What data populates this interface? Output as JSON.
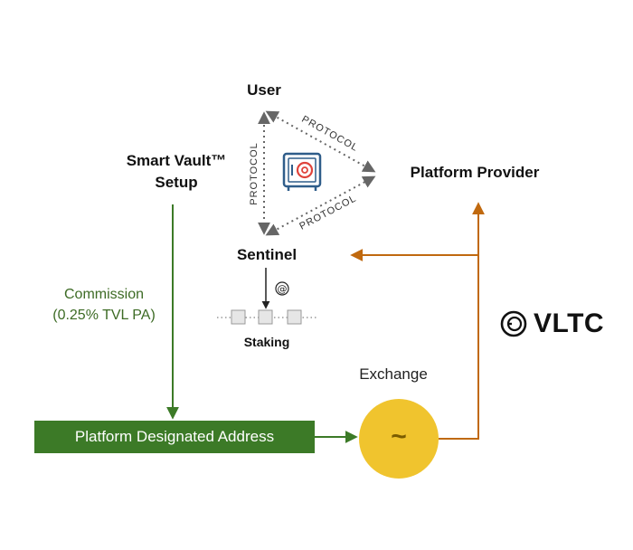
{
  "nodes": {
    "user": "User",
    "setup": "Smart Vault™\nSetup",
    "setup_line1": "Smart Vault™",
    "setup_line2": "Setup",
    "platform_provider": "Platform Provider",
    "sentinel": "Sentinel",
    "staking": "Staking",
    "exchange": "Exchange",
    "exchange_symbol": "~",
    "platform_designated_address": "Platform Designated Address"
  },
  "commission": {
    "line1": "Commission",
    "line2": "(0.25% TVL PA)"
  },
  "protocol_labels": [
    "PROTOCOL",
    "PROTOCOL",
    "PROTOCOL"
  ],
  "logo": {
    "text": "VLTC",
    "icon": "vltc-logo-icon"
  },
  "icons": {
    "vault": "vault-icon",
    "at": "at-sign-icon"
  },
  "colors": {
    "green": "#3c7a27",
    "green_text": "#3d6b25",
    "orange": "#c0690f",
    "gold": "#f0c42e",
    "gray_arrow": "#666666",
    "vault_blue": "#2f5d8a",
    "vault_red": "#e0443c"
  }
}
